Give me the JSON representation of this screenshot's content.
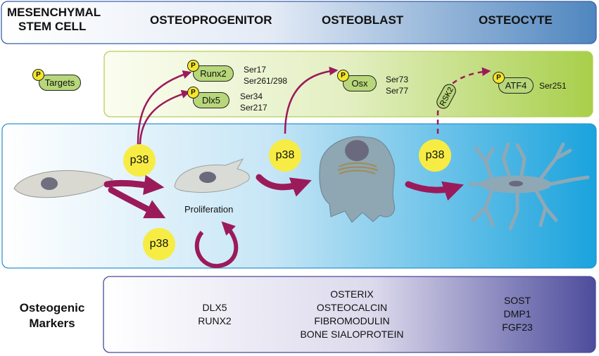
{
  "stages": [
    "MESENCHYMAL",
    "STEM CELL",
    "OSTEOPROGENITOR",
    "OSTEOBLAST",
    "OSTEOCYTE"
  ],
  "legend": {
    "badge": "P",
    "label": "Targets"
  },
  "targets": {
    "runx2": {
      "name": "Runx2",
      "sites": "Ser17\nSer261/298"
    },
    "dlx5": {
      "name": "Dlx5",
      "sites": "Ser34\nSer217"
    },
    "osx": {
      "name": "Osx",
      "sites": "Ser73\nSer77"
    },
    "atf4": {
      "name": "ATF4",
      "sites": "Ser251"
    },
    "rsk2": "RSK2"
  },
  "p38_label": "p38",
  "proliferation": "Proliferation",
  "markers": {
    "title_line1": "Osteogenic",
    "title_line2": "Markers",
    "osteoprogenitor": [
      "DLX5",
      "RUNX2"
    ],
    "osteoblast": [
      "OSTERIX",
      "OSTEOCALCIN",
      "FIBROMODULIN",
      "BONE SIALOPROTEIN"
    ],
    "osteocyte": [
      "SOST",
      "DMP1",
      "FGF23"
    ]
  },
  "colors": {
    "arrow": "#9b1a5a",
    "pill": "#b7d77a",
    "p38": "#f7ec44",
    "header_grad": [
      "#ffffff",
      "#4f86bf"
    ],
    "targets_grad": [
      "#fbfdf0",
      "#a8cf4a"
    ],
    "cells_grad": [
      "#ffffff",
      "#1aa3dd"
    ],
    "markers_grad": [
      "#ffffff",
      "#4d4c9c"
    ]
  }
}
